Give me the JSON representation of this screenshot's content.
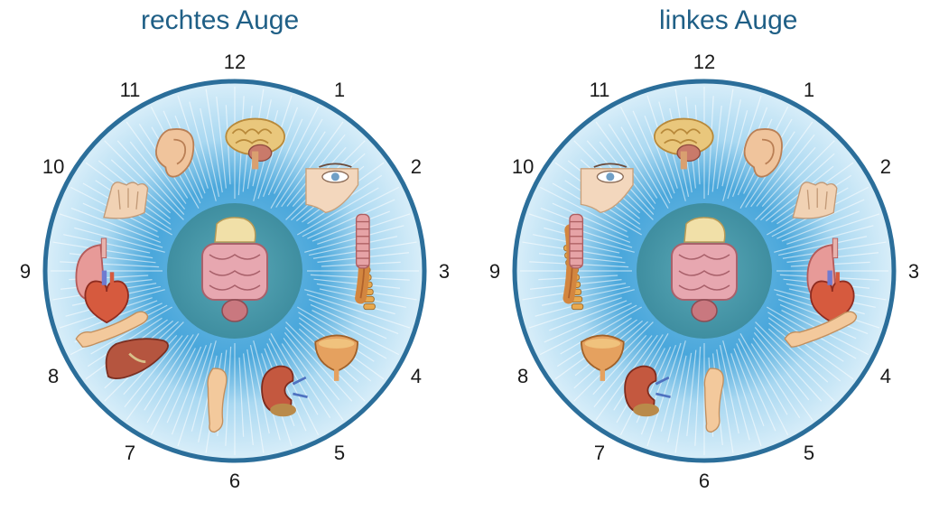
{
  "titles": {
    "right_eye": "rechtes Auge",
    "left_eye": "linkes Auge"
  },
  "clock_numbers": [
    "12",
    "1",
    "2",
    "3",
    "4",
    "5",
    "6",
    "7",
    "8",
    "9",
    "10",
    "11"
  ],
  "colors": {
    "ring": "#2b6e9a",
    "iris_light": "#d9eef9",
    "iris_mid": "#7fc2e6",
    "pupil": "#3f8ea0",
    "title": "#1f5f86"
  },
  "charts": [
    {
      "id": "right",
      "organs": [
        {
          "pos": 0.3,
          "icon": "brain-icon"
        },
        {
          "pos": 1.6,
          "icon": "eye-nose-icon"
        },
        {
          "pos": 11.1,
          "icon": "ear-icon"
        },
        {
          "pos": 10.1,
          "icon": "hand-icon"
        },
        {
          "pos": 9.0,
          "icon": "lung-icon"
        },
        {
          "pos": 8.6,
          "icon": "heart-icon"
        },
        {
          "pos": 8.2,
          "icon": "arm-icon"
        },
        {
          "pos": 7.6,
          "icon": "liver-icon"
        },
        {
          "pos": 6.2,
          "icon": "leg-icon"
        },
        {
          "pos": 5.2,
          "icon": "kidney-icon"
        },
        {
          "pos": 4.3,
          "icon": "bladder-icon"
        },
        {
          "pos": 3.1,
          "icon": "spine-icon"
        },
        {
          "pos": 2.9,
          "icon": "esophagus-icon"
        },
        {
          "pos": 2.6,
          "icon": "trachea-icon"
        }
      ]
    },
    {
      "id": "left",
      "organs": [
        {
          "pos": 11.7,
          "icon": "brain-icon"
        },
        {
          "pos": 10.4,
          "icon": "eye-nose-icon"
        },
        {
          "pos": 0.9,
          "icon": "ear-icon"
        },
        {
          "pos": 1.9,
          "icon": "hand-icon"
        },
        {
          "pos": 3.0,
          "icon": "lung-icon"
        },
        {
          "pos": 3.4,
          "icon": "heart-icon"
        },
        {
          "pos": 3.8,
          "icon": "arm-icon"
        },
        {
          "pos": 5.8,
          "icon": "leg-icon"
        },
        {
          "pos": 6.8,
          "icon": "kidney-icon"
        },
        {
          "pos": 7.7,
          "icon": "bladder-icon"
        },
        {
          "pos": 8.9,
          "icon": "spine-icon"
        },
        {
          "pos": 9.1,
          "icon": "esophagus-icon"
        },
        {
          "pos": 9.4,
          "icon": "trachea-icon"
        }
      ]
    }
  ]
}
